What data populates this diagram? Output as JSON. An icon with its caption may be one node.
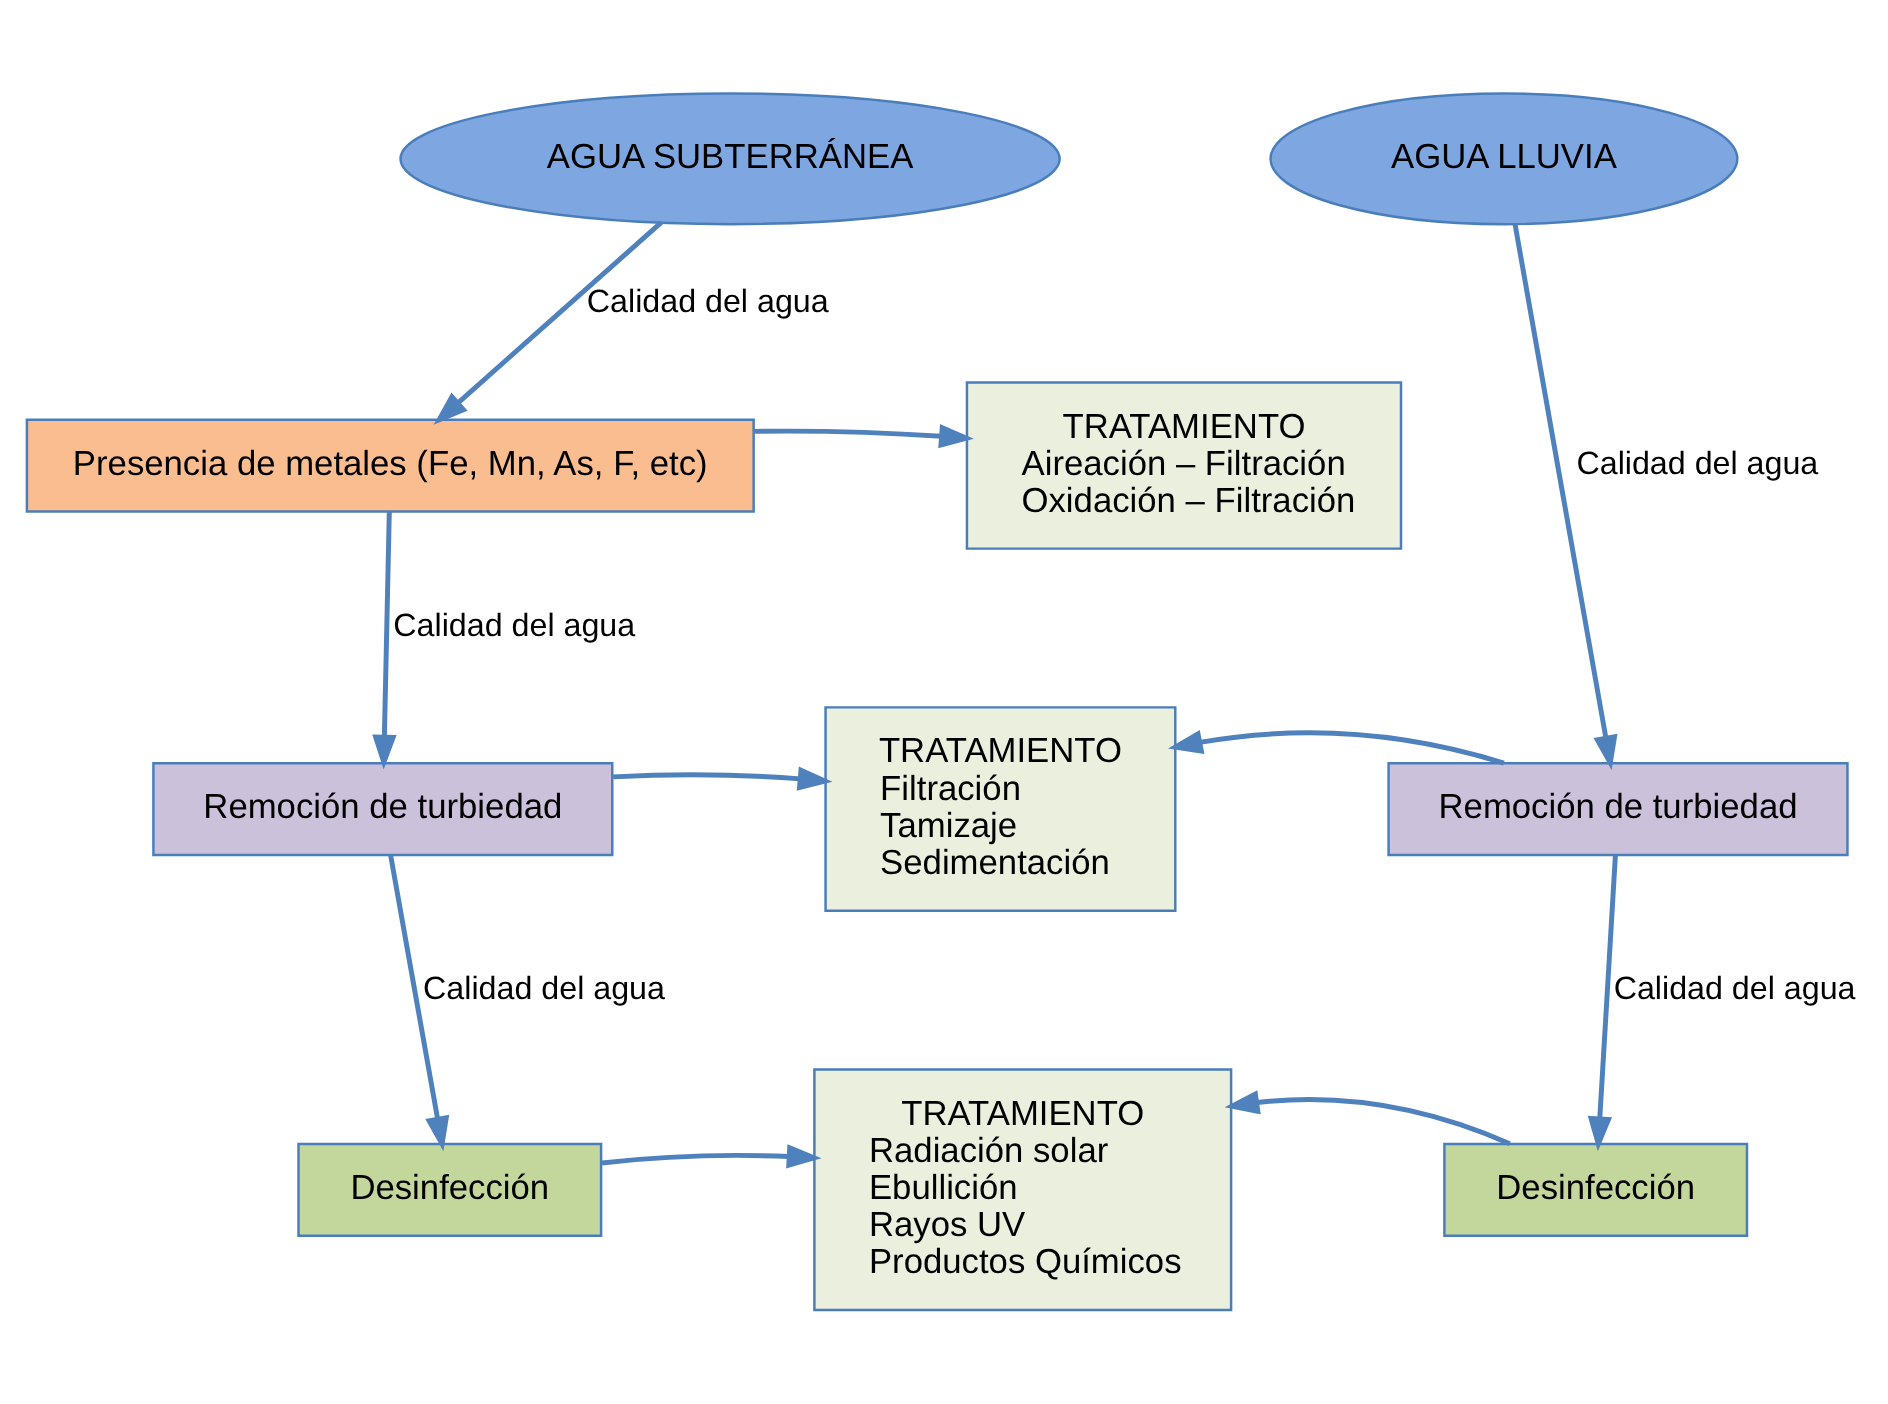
{
  "diagram": {
    "nodes": [
      {
        "text": [
          "AGUA SUBTERRÁNEA"
        ]
      },
      {
        "text": [
          "AGUA LLUVIA"
        ]
      },
      {
        "text": [
          "Presencia de metales (Fe, Mn, As, F, etc)"
        ]
      },
      {
        "text": [
          "TRATAMIENTO",
          "Aireación – Filtración",
          "Oxidación – Filtración"
        ]
      },
      {
        "text": [
          "Remoción de turbiedad"
        ]
      },
      {
        "text": [
          "TRATAMIENTO",
          "Filtración",
          "Tamizaje",
          "Sedimentación"
        ]
      },
      {
        "text": [
          "Remoción de turbiedad"
        ]
      },
      {
        "text": [
          "Desinfección"
        ]
      },
      {
        "text": [
          "TRATAMIENTO",
          "Radiación solar",
          "Ebullición",
          "Rayos UV",
          "Productos Químicos"
        ]
      },
      {
        "text": [
          "Desinfección"
        ]
      }
    ],
    "edges": [
      {
        "from": 0,
        "to": 2,
        "arrow": "to",
        "label": "Calidad del agua"
      },
      {
        "from": 2,
        "to": 3,
        "arrow": "to"
      },
      {
        "from": 2,
        "to": 4,
        "arrow": "to",
        "label": "Calidad del agua"
      },
      {
        "from": 4,
        "to": 5,
        "arrow": "to"
      },
      {
        "from": 6,
        "to": 5,
        "arrow": "to"
      },
      {
        "from": 4,
        "to": 7,
        "arrow": "to",
        "label": "Calidad del agua"
      },
      {
        "from": 7,
        "to": 8,
        "arrow": "to"
      },
      {
        "from": 9,
        "to": 8,
        "arrow": "to"
      },
      {
        "from": 1,
        "to": 6,
        "arrow": "to",
        "label": "Calidad del agua"
      },
      {
        "from": 6,
        "to": 9,
        "arrow": "to",
        "label": "Calidad del agua"
      }
    ]
  }
}
